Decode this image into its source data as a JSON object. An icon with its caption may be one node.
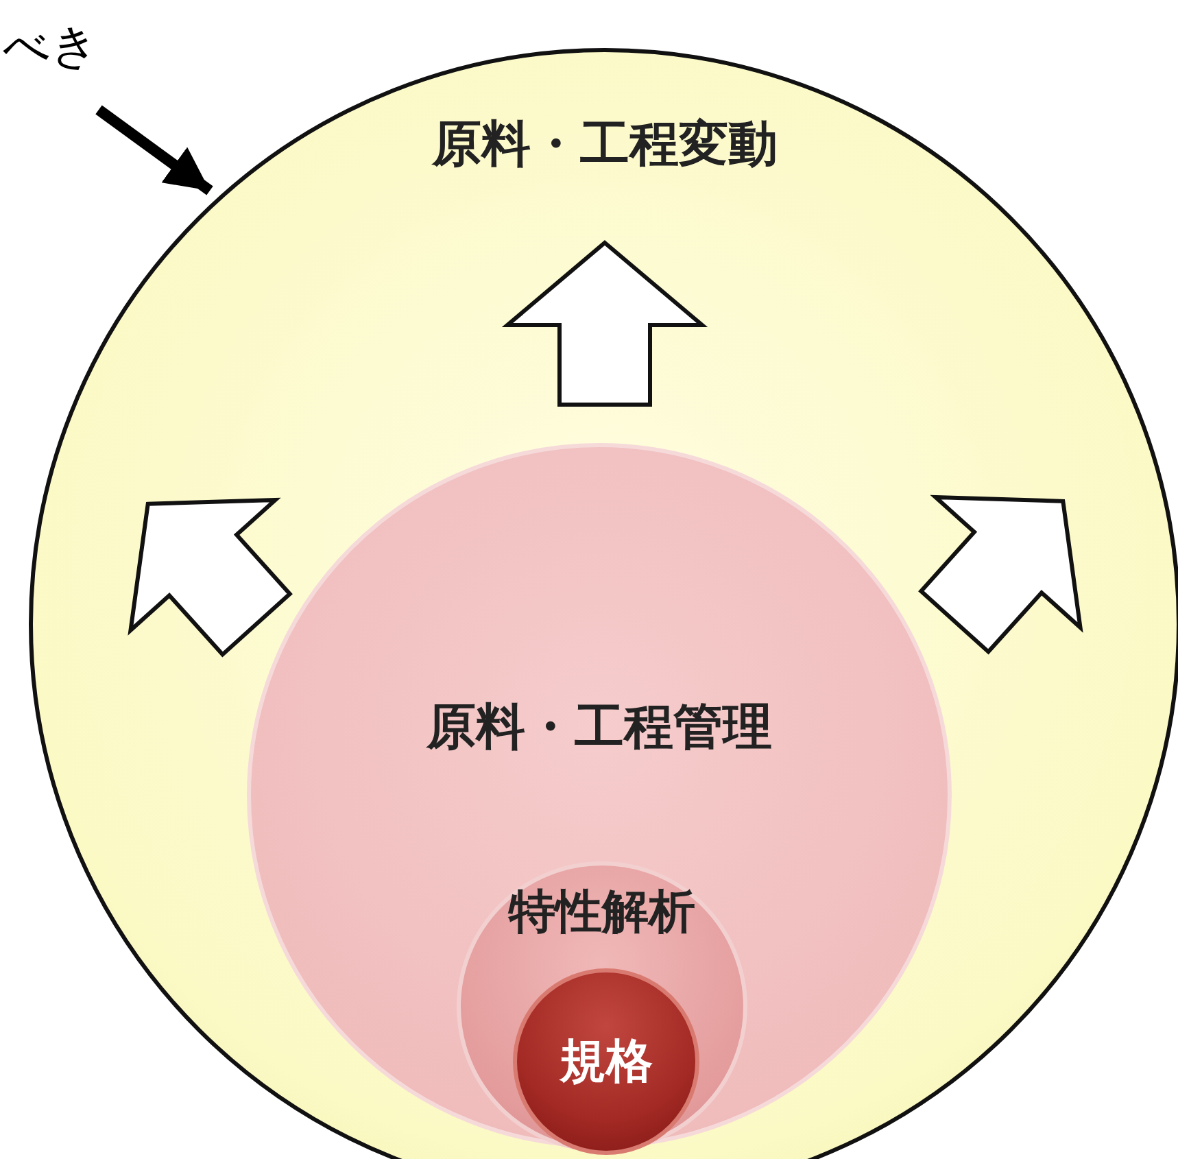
{
  "diagram": {
    "nodes": [
      {
        "text": [
          "べき"
        ]
      },
      {
        "text": [
          "原料・工程変動"
        ]
      },
      {
        "text": [
          "原料・工程管理"
        ],
        "in": 1
      },
      {
        "text": [
          "特性解析"
        ],
        "in": 2
      },
      {
        "text": [
          "規格"
        ],
        "in": 3
      }
    ],
    "edges": [
      {
        "from": 0,
        "to": 1,
        "arrow": "to"
      }
    ]
  }
}
